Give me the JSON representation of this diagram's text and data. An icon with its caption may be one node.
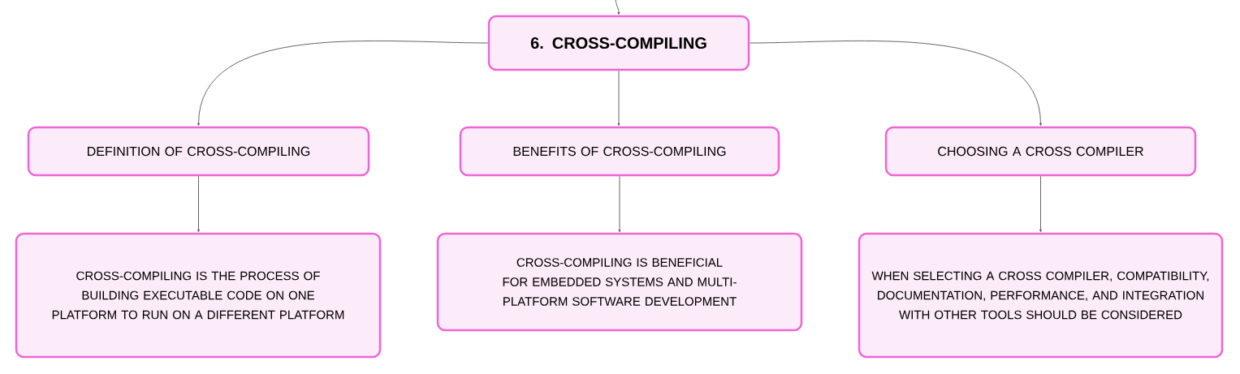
{
  "diagram": {
    "nodes": [
      {
        "text": [
          "6. CROSS-COMPILING"
        ]
      },
      {
        "text": [
          "DEFINITION OF CROSS-COMPILING"
        ]
      },
      {
        "text": [
          "BENEFITS OF CROSS-COMPILING"
        ]
      },
      {
        "text": [
          "CHOOSING A CROSS COMPILER"
        ]
      },
      {
        "text": [
          "CROSS-COMPILING IS THE PROCESS OF BUILDING EXECUTABLE CODE ON ONE PLATFORM TO RUN ON A DIFFERENT PLATFORM"
        ]
      },
      {
        "text": [
          "CROSS-COMPILING IS BENEFICIAL FOR EMBEDDED SYSTEMS AND MULTI-PLATFORM SOFTWARE DEVELOPMENT"
        ]
      },
      {
        "text": [
          "WHEN SELECTING A CROSS COMPILER, COMPATIBILITY, DOCUMENTATION, PERFORMANCE, AND INTEGRATION WITH OTHER TOOLS SHOULD BE CONSIDERED"
        ]
      }
    ],
    "edges": [
      {
        "from": null,
        "to": 0,
        "arrow": "to"
      },
      {
        "from": 0,
        "to": 1,
        "arrow": "to"
      },
      {
        "from": 0,
        "to": 2,
        "arrow": "to"
      },
      {
        "from": 0,
        "to": 3,
        "arrow": "to"
      },
      {
        "from": 1,
        "to": 4,
        "arrow": "to"
      },
      {
        "from": 2,
        "to": 5,
        "arrow": "to"
      },
      {
        "from": 3,
        "to": 6,
        "arrow": "to"
      }
    ]
  }
}
